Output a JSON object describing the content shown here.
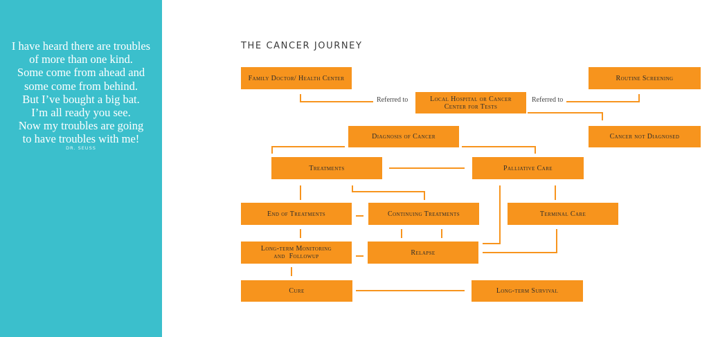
{
  "quote": {
    "lines": [
      "I have heard there are troubles",
      "of more than one kind.",
      "Some come from ahead and",
      "some come from behind.",
      "But I’ve bought a big bat.",
      "I’m all ready you see.",
      "Now my troubles are going",
      "to have troubles with me!"
    ],
    "author": "DR. SEUSS"
  },
  "diagram": {
    "title": "THE CANCER JOURNEY",
    "nodes": {
      "family_doctor": "Family Doctor/ Health Center",
      "routine_screening": "Routine Screening",
      "local_hospital": [
        "Local Hospital or Cancer",
        "Center for Tests"
      ],
      "diagnosis": "Diagnosis of Cancer",
      "not_diagnosed": "Cancer not Diagnosed",
      "treatments": "Treatments",
      "palliative_care": "Palliative Care",
      "end_of_treatments": "End of Treatments",
      "continuing_treatments": "Continuing Treatments",
      "terminal_care": "Terminal Care",
      "monitoring": [
        "Long-term Monitoring",
        "and  Followup"
      ],
      "relapse": "Relapse",
      "cure": "Cure",
      "survival": "Long-term Survival"
    },
    "edge_labels": {
      "referred_left": "Referred to",
      "referred_right": "Referred to"
    }
  },
  "colors": {
    "sidebar": "#3bbfcc",
    "node": "#f7941d",
    "connector": "#f7941d"
  }
}
